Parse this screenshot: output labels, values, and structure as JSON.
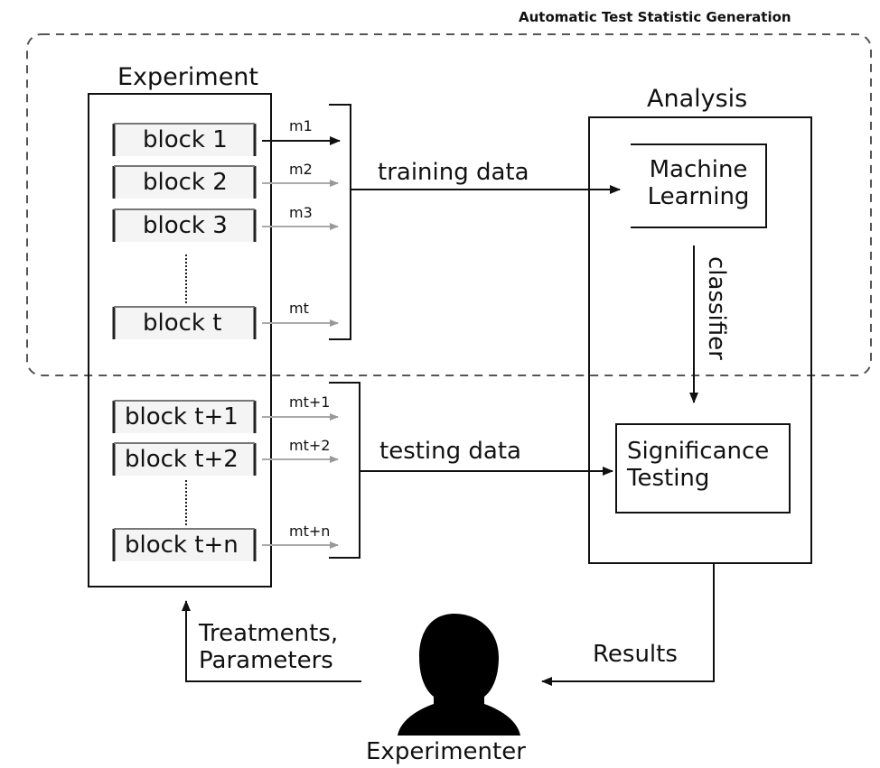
{
  "region": {
    "label": "Automatic Test Statistic Generation"
  },
  "experiment": {
    "title": "Experiment",
    "training_blocks": [
      {
        "label": "block 1",
        "measure": "m1"
      },
      {
        "label": "block 2",
        "measure": "m2"
      },
      {
        "label": "block 3",
        "measure": "m3"
      },
      {
        "label": "block t",
        "measure": "mt"
      }
    ],
    "testing_blocks": [
      {
        "label": "block t+1",
        "measure": "mt+1"
      },
      {
        "label": "block t+2",
        "measure": "mt+2"
      },
      {
        "label": "block t+n",
        "measure": "mt+n"
      }
    ]
  },
  "flows": {
    "training_data": "training data",
    "testing_data": "testing data",
    "classifier": "classifier",
    "results": "Results",
    "feedback_line1": "Treatments,",
    "feedback_line2": "Parameters"
  },
  "analysis": {
    "title": "Analysis",
    "ml_line1": "Machine",
    "ml_line2": "Learning",
    "sig_line1": "Significance",
    "sig_line2": "Testing"
  },
  "experimenter": {
    "label": "Experimenter",
    "icon": "person-silhouette-icon"
  }
}
